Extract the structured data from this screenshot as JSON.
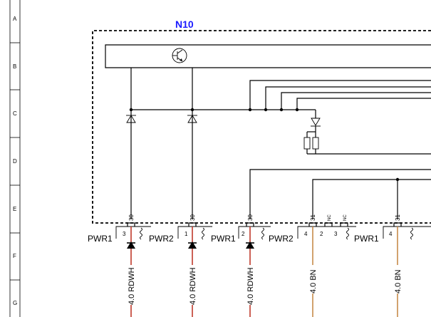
{
  "grid": {
    "rows": [
      "A",
      "B",
      "C",
      "D",
      "E",
      "F",
      "G"
    ]
  },
  "module": {
    "title": "N10"
  },
  "pins": {
    "p1": "30",
    "p2": "30",
    "p3": "30",
    "p4": "31",
    "p5": "NC",
    "p6": "NC",
    "p7": "31"
  },
  "connectors": {
    "c1_label": "PWR1",
    "c1_pin": "3",
    "c2_label": "PWR2",
    "c2_pin": "1",
    "c3_label": "PWR1",
    "c3_pin": "2",
    "c4_label": "PWR2",
    "c4_pin_a": "4",
    "c4_pin_b": "2",
    "c4_pin_c": "3",
    "c5_label": "PWR1",
    "c5_pin": "4"
  },
  "wires": {
    "w1": "4.0 RDWH",
    "w2": "4.0 RDWH",
    "w3": "4.0 RDWH",
    "w4": "4.0 BN",
    "w5": "4.0 BN"
  },
  "colors": {
    "rdwh": "#c0392b",
    "bn": "#c68a4a",
    "title": "#1a1aff"
  }
}
